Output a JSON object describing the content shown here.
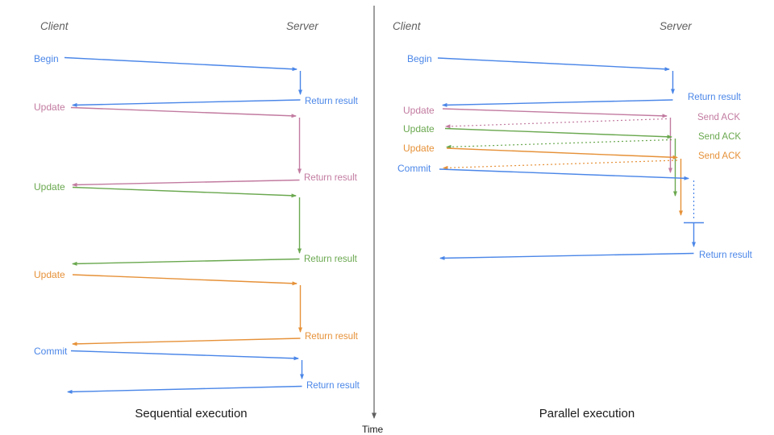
{
  "colors": {
    "blue": "#4a86e8",
    "pink": "#c27ba0",
    "green": "#6aa84f",
    "orange": "#e69138",
    "axis": "#5f5f5f",
    "header": "#5f5f5f",
    "title": "#1a1a1a"
  },
  "time_axis": {
    "label": "Time"
  },
  "panels": [
    {
      "title": "Sequential execution",
      "client_header": "Client",
      "server_header": "Server",
      "messages": [
        {
          "label": "Begin",
          "color": "blue",
          "response": "Return result"
        },
        {
          "label": "Update",
          "color": "pink",
          "response": "Return result"
        },
        {
          "label": "Update",
          "color": "green",
          "response": "Return result"
        },
        {
          "label": "Update",
          "color": "orange",
          "response": "Return result"
        },
        {
          "label": "Commit",
          "color": "blue",
          "response": "Return result"
        }
      ]
    },
    {
      "title": "Parallel execution",
      "client_header": "Client",
      "server_header": "Server",
      "messages": [
        {
          "label": "Begin",
          "color": "blue",
          "response": "Return result"
        },
        {
          "label": "Update",
          "color": "pink",
          "response": "Send ACK"
        },
        {
          "label": "Update",
          "color": "green",
          "response": "Send ACK"
        },
        {
          "label": "Update",
          "color": "orange",
          "response": "Send ACK"
        },
        {
          "label": "Commit",
          "color": "blue",
          "response": "Return result"
        }
      ]
    }
  ]
}
